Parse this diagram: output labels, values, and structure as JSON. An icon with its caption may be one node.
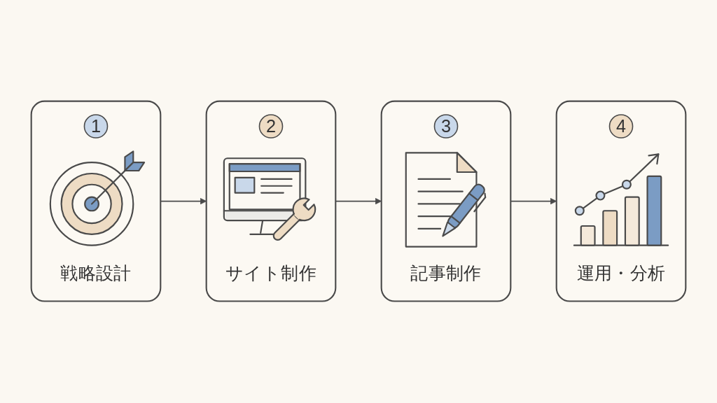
{
  "diagram": {
    "nodes": [
      {
        "text": [
          "戦略設計"
        ]
      },
      {
        "text": [
          "1"
        ],
        "in": 0
      },
      {
        "text": [
          "サイト制作"
        ]
      },
      {
        "text": [
          "2"
        ],
        "in": 2
      },
      {
        "text": [
          "記事制作"
        ]
      },
      {
        "text": [
          "3"
        ],
        "in": 4
      },
      {
        "text": [
          "運用・分析"
        ]
      },
      {
        "text": [
          "4"
        ],
        "in": 6
      }
    ],
    "edges": [
      {
        "from": 0,
        "to": 2,
        "arrow": "to"
      },
      {
        "from": 2,
        "to": 4,
        "arrow": "to"
      },
      {
        "from": 4,
        "to": 6,
        "arrow": "to"
      }
    ]
  }
}
